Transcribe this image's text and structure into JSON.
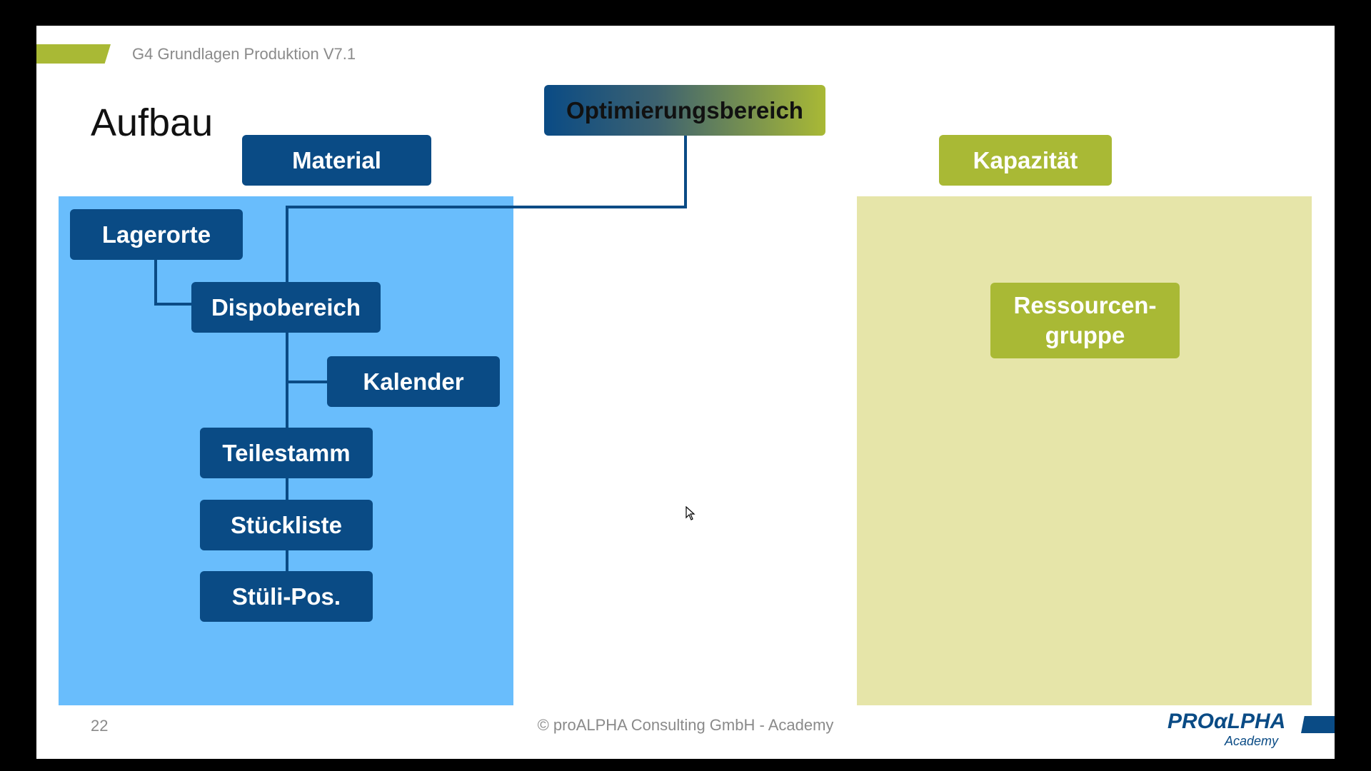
{
  "header": {
    "text": "G4 Grundlagen Produktion V7.1"
  },
  "title": "Aufbau",
  "nodes": {
    "optimierungsbereich": "Optimierungsbereich",
    "material": "Material",
    "kapazitaet": "Kapazität",
    "lagerorte": "Lagerorte",
    "dispobereich": "Dispobereich",
    "kalender": "Kalender",
    "teilestamm": "Teilestamm",
    "stueckliste": "Stückliste",
    "stueli_pos": "Stüli-Pos.",
    "ressourcengruppe": "Ressourcen-\ngruppe"
  },
  "footer": {
    "page_number": "22",
    "copyright": "© proALPHA Consulting GmbH - Academy"
  },
  "logo": {
    "main": "PROαLPHA",
    "sub": "Academy"
  },
  "colors": {
    "navy": "#0a4b85",
    "olive": "#a9b935",
    "light_blue": "#69bdfc",
    "light_olive": "#e6e5a9"
  }
}
